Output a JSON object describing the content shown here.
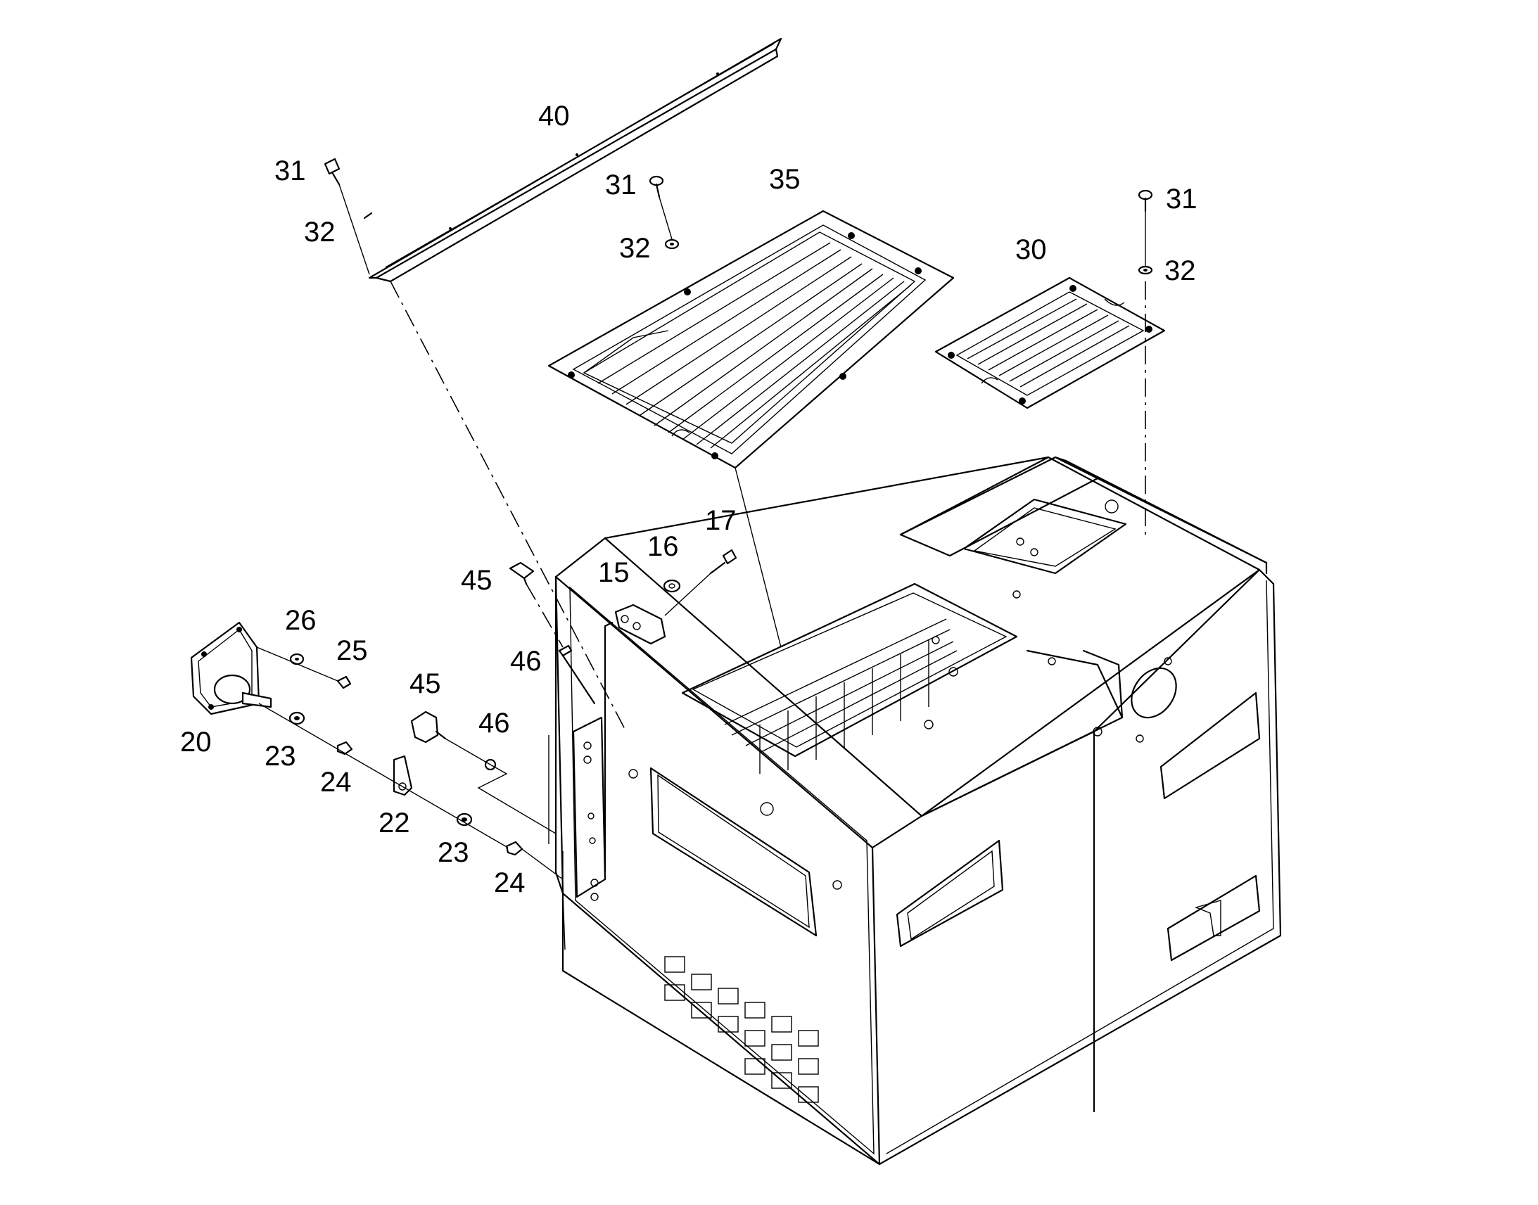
{
  "diagram": {
    "type": "exploded-parts-view",
    "callouts": [
      {
        "id": "c40",
        "label": "40"
      },
      {
        "id": "c31a",
        "label": "31"
      },
      {
        "id": "c32a",
        "label": "32"
      },
      {
        "id": "c31b",
        "label": "31"
      },
      {
        "id": "c35",
        "label": "35"
      },
      {
        "id": "c32b",
        "label": "32"
      },
      {
        "id": "c31c",
        "label": "31"
      },
      {
        "id": "c30",
        "label": "30"
      },
      {
        "id": "c32c",
        "label": "32"
      },
      {
        "id": "c17",
        "label": "17"
      },
      {
        "id": "c16",
        "label": "16"
      },
      {
        "id": "c15",
        "label": "15"
      },
      {
        "id": "c45a",
        "label": "45"
      },
      {
        "id": "c46a",
        "label": "46"
      },
      {
        "id": "c26",
        "label": "26"
      },
      {
        "id": "c25",
        "label": "25"
      },
      {
        "id": "c45b",
        "label": "45"
      },
      {
        "id": "c46b",
        "label": "46"
      },
      {
        "id": "c20",
        "label": "20"
      },
      {
        "id": "c23a",
        "label": "23"
      },
      {
        "id": "c24a",
        "label": "24"
      },
      {
        "id": "c22",
        "label": "22"
      },
      {
        "id": "c23b",
        "label": "23"
      },
      {
        "id": "c24b",
        "label": "24"
      }
    ]
  }
}
